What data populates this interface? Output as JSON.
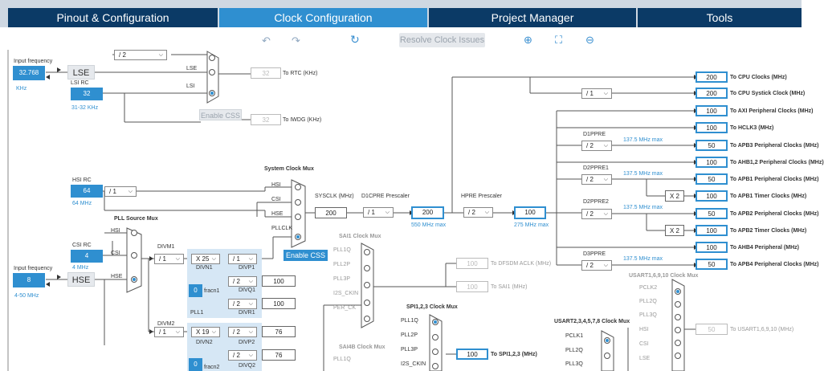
{
  "tabs": [
    {
      "label": "Pinout & Configuration"
    },
    {
      "label": "Clock Configuration"
    },
    {
      "label": "Project Manager"
    },
    {
      "label": "Tools"
    }
  ],
  "toolbar": {
    "resolve_label": "Resolve Clock Issues"
  },
  "lse": {
    "input_label": "Input frequency",
    "value": "32.768",
    "unit": "KHz",
    "name": "LSE"
  },
  "lsirc": {
    "label": "LSI RC",
    "value": "32",
    "range": "31-32 KHz"
  },
  "rtc": {
    "div": "/ 2",
    "mux_lse": "LSE",
    "mux_lsi": "LSI",
    "value": "32",
    "label": "To RTC (KHz)"
  },
  "iwdg": {
    "css": "Enable CSS",
    "value": "32",
    "label": "To IWDG (KHz)"
  },
  "hsirc": {
    "label": "HSI RC",
    "value": "64",
    "div": "/ 1",
    "freq": "64 MHz"
  },
  "csirc": {
    "label": "CSI RC",
    "value": "4",
    "freq": "4 MHz"
  },
  "hse": {
    "input_label": "Input frequency",
    "value": "8",
    "name": "HSE",
    "range": "4-50 MHz"
  },
  "pll_source": {
    "title": "PLL Source Mux",
    "hsi": "HSI",
    "csi": "CSI",
    "hse": "HSE"
  },
  "pll1": {
    "divm_label": "DIVM1",
    "divm": "/ 1",
    "divn": "X 25",
    "divn_label": "DIVN1",
    "fracn_value": "0",
    "fracn_label": "fracn1",
    "name": "PLL1",
    "divp": "/ 1",
    "divp_label": "DIVP1",
    "divq": "/ 2",
    "divq_label": "DIVQ1",
    "divq_out": "100",
    "divr": "/ 2",
    "divr_label": "DIVR1",
    "divr_out": "100"
  },
  "pll2": {
    "divm_label": "DIVM2",
    "divm": "/ 1",
    "divn": "X 19",
    "divn_label": "DIVN2",
    "fracn_value": "0",
    "fracn_label": "fracn2",
    "divp": "/ 2",
    "divp_label": "DIVP2",
    "divp_out": "76",
    "divq": "/ 2",
    "divq_label": "DIVQ2",
    "divq_out": "76"
  },
  "sysmux": {
    "title": "System Clock Mux",
    "hsi": "HSI",
    "csi": "CSI",
    "hse": "HSE",
    "pllclk": "PLLCLK",
    "css": "Enable CSS"
  },
  "sysclk": {
    "label": "SYSCLK (MHz)",
    "value": "200",
    "d1cpre_label": "D1CPRE Prescaler",
    "d1cpre": "/ 1",
    "out": "200",
    "max": "550 MHz max",
    "hpre_label": "HPRE Prescaler",
    "hpre": "/ 2",
    "hclk": "100",
    "hclk_max": "275 MHz max"
  },
  "outputs": {
    "cpu": {
      "value": "200",
      "label": "To CPU Clocks (MHz)"
    },
    "systick_div": "/ 1",
    "systick": {
      "value": "200",
      "label": "To CPU Systick Clock (MHz)"
    },
    "axi": {
      "value": "100",
      "label": "To AXI Peripheral Clocks (MHz)"
    },
    "hclk3": {
      "value": "100",
      "label": "To HCLK3 (MHz)"
    },
    "d1ppre_label": "D1PPRE",
    "d1ppre": "/ 2",
    "d1ppre_max": "137.5 MHz max",
    "apb3": {
      "value": "50",
      "label": "To APB3 Peripheral Clocks (MHz)"
    },
    "ahb12": {
      "value": "100",
      "label": "To AHB1,2 Peripheral Clocks (MHz)"
    },
    "d2ppre1_label": "D2PPRE1",
    "d2ppre1": "/ 2",
    "d2ppre1_max": "137.5 MHz max",
    "apb1": {
      "value": "50",
      "label": "To APB1 Peripheral Clocks (MHz)"
    },
    "apb1_timer_mul": "X 2",
    "apb1_timer": {
      "value": "100",
      "label": "To APB1 Timer Clocks (MHz)"
    },
    "d2ppre2_label": "D2PPRE2",
    "d2ppre2": "/ 2",
    "d2ppre2_max": "137.5 MHz max",
    "apb2": {
      "value": "50",
      "label": "To APB2 Peripheral Clocks (MHz)"
    },
    "apb2_timer_mul": "X 2",
    "apb2_timer": {
      "value": "100",
      "label": "To APB2 Timer Clocks (MHz)"
    },
    "ahb4": {
      "value": "100",
      "label": "To AHB4 Peripheral (MHz)"
    },
    "d3ppre_label": "D3PPRE",
    "d3ppre": "/ 2",
    "d3ppre_max": "137.5 MHz max",
    "apb4": {
      "value": "50",
      "label": "To APB4 Peripheral Clocks (MHz)"
    }
  },
  "sai1": {
    "title": "SAI1 Clock Mux",
    "in1": "PLL1Q",
    "in2": "PLL2P",
    "in3": "PLL3P",
    "in4": "I2S_CKIN",
    "in5": "PER_CK",
    "dfsdm_value": "100",
    "dfsdm_label": "To DFSDM ACLK (MHz)",
    "sai_value": "100",
    "sai_label": "To SAI1 (MHz)"
  },
  "sai4b": {
    "title": "SAI4B Clock Mux",
    "in1": "PLL1Q"
  },
  "spi": {
    "title": "SPI1,2,3 Clock Mux",
    "in1": "PLL1Q",
    "in2": "PLL2P",
    "in3": "PLL3P",
    "in4": "I2S_CKIN",
    "value": "100",
    "label": "To SPI1,2,3 (MHz)"
  },
  "usart2": {
    "title": "USART2,3,4,5,7,8 Clock Mux",
    "in1": "PCLK1",
    "in2": "PLL2Q",
    "in3": "PLL3Q"
  },
  "usart1": {
    "title": "USART1,6,9,10 Clock Mux",
    "in1": "PCLK2",
    "in2": "PLL2Q",
    "in3": "PLL3Q",
    "in4": "HSI",
    "in5": "CSI",
    "in6": "LSE",
    "value": "50",
    "label": "To USART1,6,9,10 (MHz)"
  }
}
